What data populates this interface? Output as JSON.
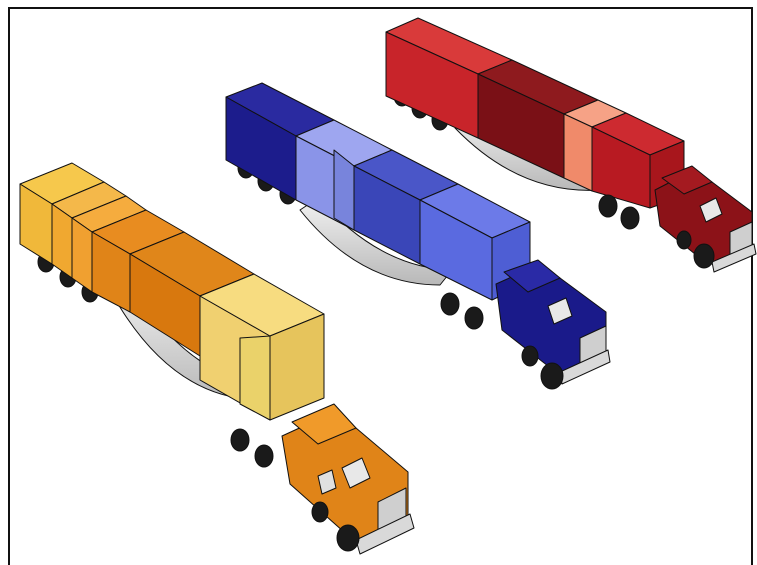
{
  "image": {
    "subject": "three-semi-trucks",
    "trucks": [
      {
        "id": "red",
        "cab_color": "#8c1218",
        "cargo_colors": [
          "#c8242a",
          "#7a1016",
          "#f08a6a",
          "#b81a22"
        ]
      },
      {
        "id": "blue",
        "cab_color": "#1a1a8a",
        "cargo_colors": [
          "#1c1c8c",
          "#8a94e8",
          "#3a46b8",
          "#5a6ae0"
        ]
      },
      {
        "id": "orange",
        "cab_color": "#e08418",
        "cargo_colors": [
          "#f0b83a",
          "#f0a030",
          "#d8780e",
          "#f0d070"
        ]
      }
    ]
  }
}
